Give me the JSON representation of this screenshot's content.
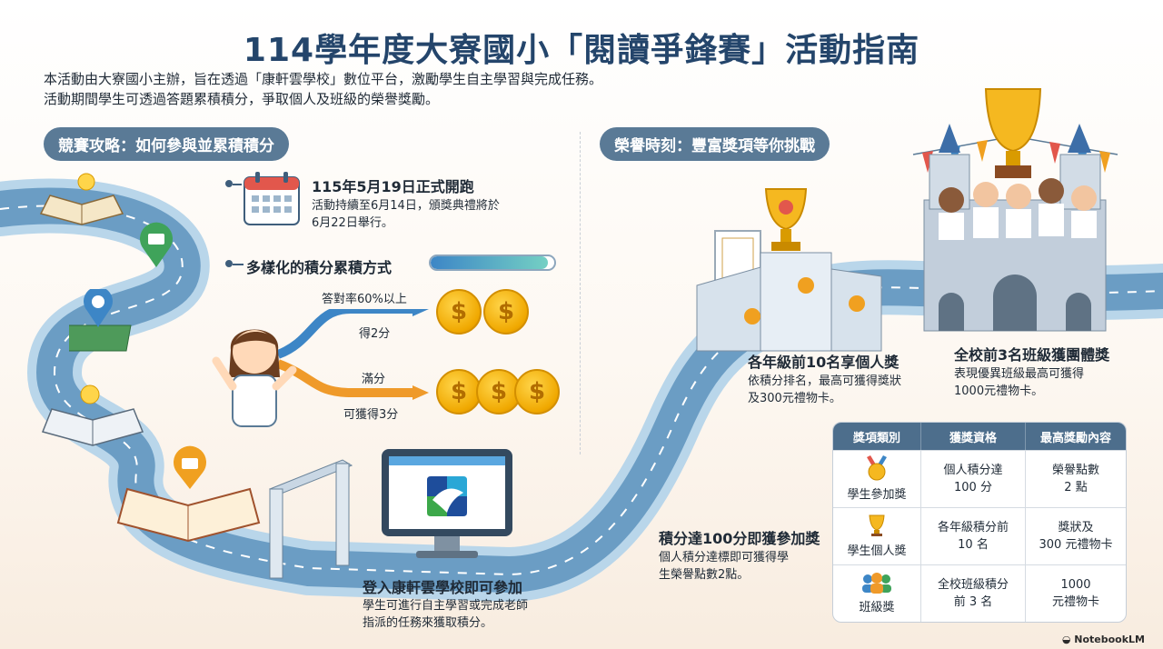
{
  "header": {
    "title": "114學年度大寮國小「閱讀爭鋒賽」活動指南",
    "intro_line1": "本活動由大寮國小主辦，旨在透過「康軒雲學校」數位平台，激勵學生自主學習與完成任務。",
    "intro_line2": "活動期間學生可透過答題累積積分，爭取個人及班級的榮譽獎勵。"
  },
  "left": {
    "section_title": "競賽攻略：如何參與並累積積分",
    "launch_title": "115年5月19日正式開跑",
    "launch_desc_1": "活動持續至6月14日，頒獎典禮將於",
    "launch_desc_2": "6月22日舉行。",
    "points_title": "多樣化的積分累積方式",
    "progress_value": 0.95,
    "path1_label_top": "答對率60%以上",
    "path1_label_bottom": "得2分",
    "path2_label_top": "滿分",
    "path2_label_bottom": "可獲得3分",
    "coin_symbol": "$",
    "login_title": "登入康軒雲學校即可參加",
    "login_desc_1": "學生可進行自主學習或完成老師",
    "login_desc_2": "指派的任務來獲取積分。"
  },
  "right": {
    "section_title": "榮譽時刻：豐富獎項等你挑戰",
    "individual_title": "各年級前10名享個人獎",
    "individual_desc_1": "依積分排名，最高可獲得獎狀",
    "individual_desc_2": "及300元禮物卡。",
    "team_title": "全校前3名班級獲團體獎",
    "team_desc_1": "表現優異班級最高可獲得",
    "team_desc_2": "1000元禮物卡。",
    "participation_title": "積分達100分即獲參加獎",
    "participation_desc_1": "個人積分達標即可獲得學",
    "participation_desc_2": "生榮譽點數2點。"
  },
  "table": {
    "headers": [
      "獎項類別",
      "獲獎資格",
      "最高獎勵內容"
    ],
    "rows": [
      {
        "icon": "medal-icon",
        "name": "學生參加獎",
        "qual_1": "個人積分達",
        "qual_2": "100 分",
        "reward_1": "榮譽點數",
        "reward_2": "2 點"
      },
      {
        "icon": "trophy-icon",
        "name": "學生個人獎",
        "qual_1": "各年級積分前",
        "qual_2": "10 名",
        "reward_1": "獎狀及",
        "reward_2": "300 元禮物卡"
      },
      {
        "icon": "group-icon",
        "name": "班級獎",
        "qual_1": "全校班級積分",
        "qual_2": "前 3 名",
        "reward_1": "1000",
        "reward_2": "元禮物卡"
      }
    ]
  },
  "footer": {
    "logo_text": "NotebookLM"
  },
  "colors": {
    "title": "#24456b",
    "pill": "#5a7a96",
    "path": "#6b9dc4",
    "coin": "#f0a800",
    "arrow_blue": "#3d86c6",
    "arrow_orange": "#ef9a2a"
  }
}
